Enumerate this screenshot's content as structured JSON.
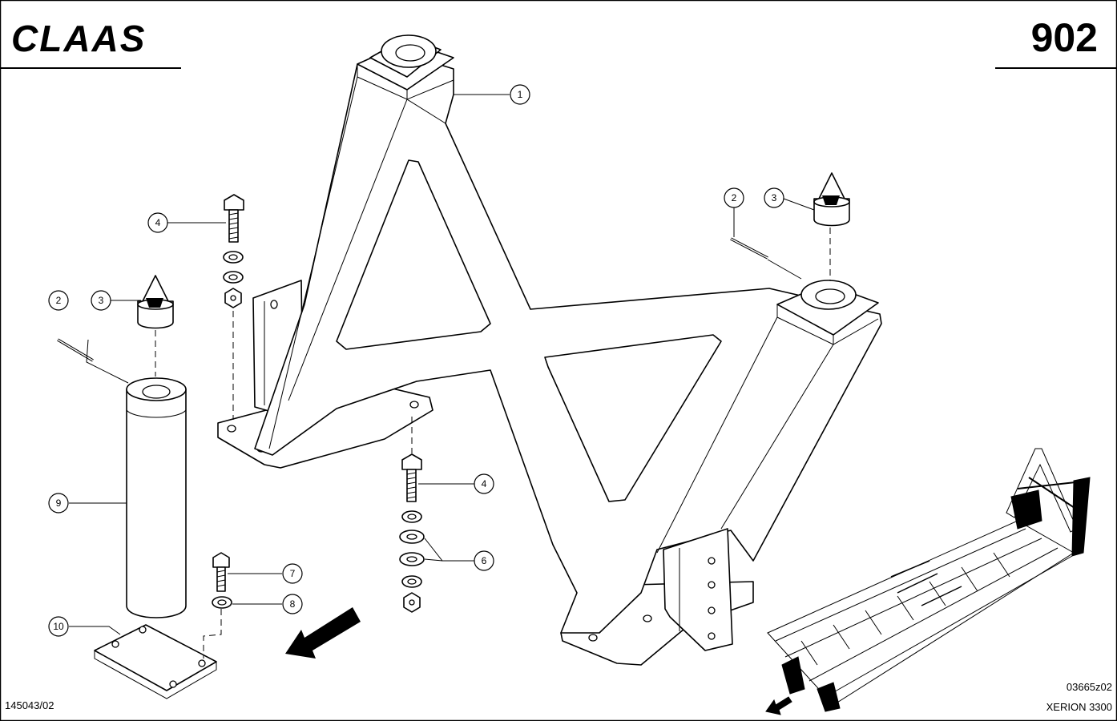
{
  "header": {
    "brand": "CLAAS",
    "page_number": "902"
  },
  "footer": {
    "left_code": "145043/02",
    "drawing_code": "03665z02",
    "model": "XERION 3300"
  },
  "callouts": [
    "1",
    "2",
    "3",
    "4",
    "4",
    "6",
    "7",
    "8",
    "9",
    "10",
    "2",
    "3"
  ],
  "icons": [
    "direction-arrow-icon",
    "tractor-frame-locator-icon"
  ]
}
